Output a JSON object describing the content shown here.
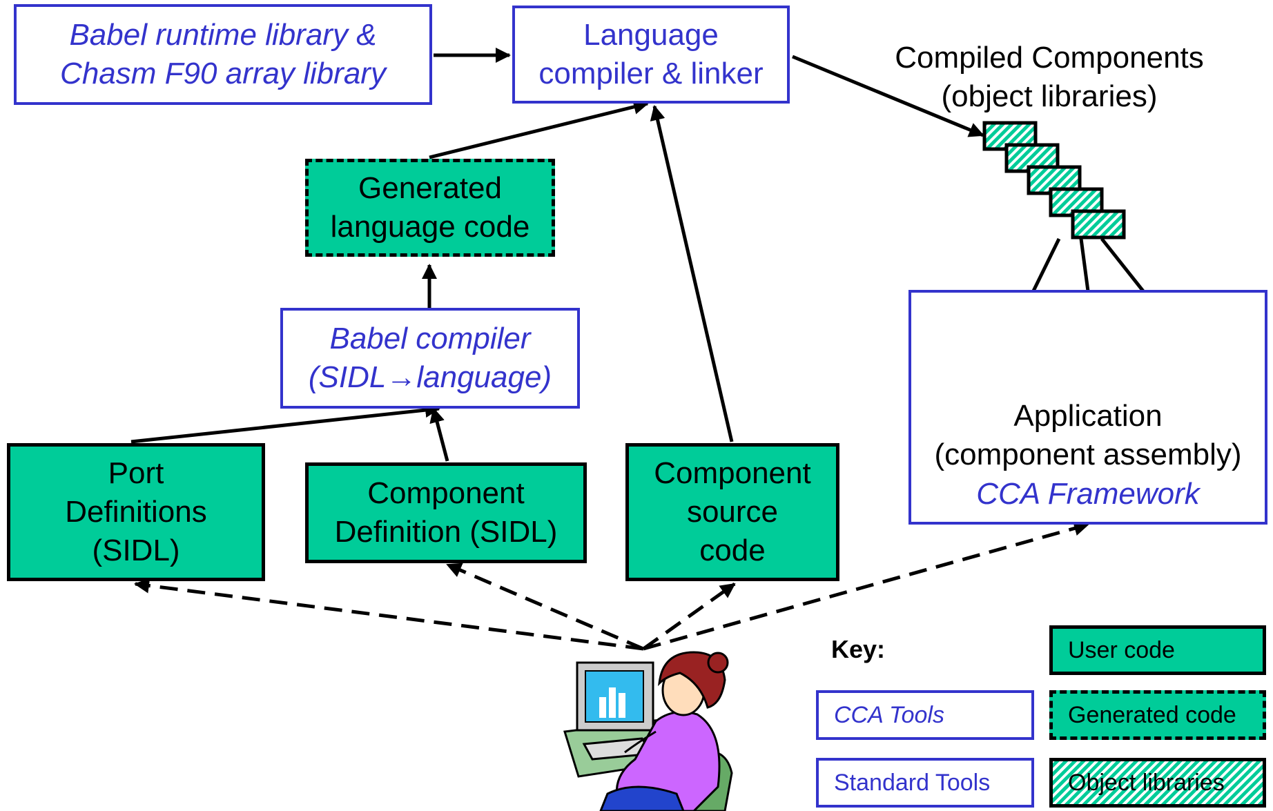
{
  "nodes": {
    "babel_runtime": {
      "line1": "Babel runtime library &",
      "line2": "Chasm F90 array library"
    },
    "language_compiler": {
      "line1": "Language",
      "line2": "compiler & linker"
    },
    "compiled_components": {
      "line1": "Compiled Components",
      "line2": "(object libraries)"
    },
    "generated_language_code": {
      "line1": "Generated",
      "line2": "language code"
    },
    "babel_compiler": {
      "line1": "Babel compiler",
      "line2": "(SIDL→language)"
    },
    "port_definitions": {
      "line1": "Port",
      "line2": "Definitions",
      "line3": "(SIDL)"
    },
    "component_definition": {
      "line1": "Component",
      "line2": "Definition (SIDL)"
    },
    "component_source": {
      "line1": "Component",
      "line2": "source",
      "line3": "code"
    },
    "application": {
      "line1": "Application",
      "line2": "(component assembly)",
      "line3": "CCA Framework"
    }
  },
  "key": {
    "title": "Key:",
    "user_code": "User code",
    "cca_tools": "CCA Tools",
    "generated_code": "Generated code",
    "standard_tools": "Standard Tools",
    "object_libraries": "Object libraries"
  },
  "colors": {
    "user_code_fill": "#00cc99",
    "tool_border": "#3333cc",
    "arrow": "#000000"
  },
  "icons": {
    "developer": "person-at-computer-icon"
  }
}
